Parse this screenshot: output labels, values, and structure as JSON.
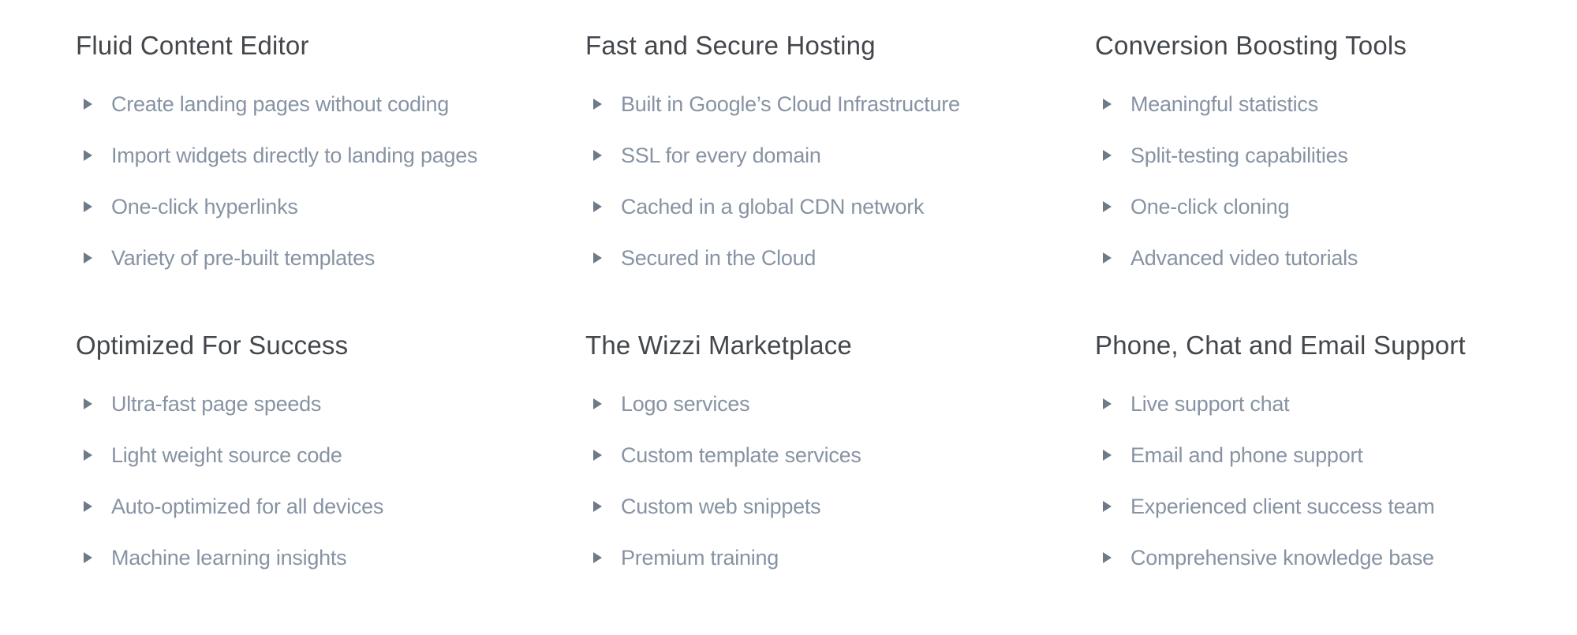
{
  "colors": {
    "background": "#ffffff",
    "heading_text": "#43474c",
    "item_text": "#8793a3",
    "bullet": "#6f7a88"
  },
  "sections": [
    {
      "title": "Fluid Content Editor",
      "items": [
        "Create landing pages without coding",
        "Import widgets directly to landing pages",
        "One-click hyperlinks",
        "Variety of pre-built templates"
      ]
    },
    {
      "title": "Fast and Secure Hosting",
      "items": [
        "Built in Google’s Cloud Infrastructure",
        "SSL for every domain",
        "Cached in a global CDN network",
        "Secured in the Cloud"
      ]
    },
    {
      "title": "Conversion Boosting Tools",
      "items": [
        "Meaningful statistics",
        "Split-testing capabilities",
        "One-click cloning",
        "Advanced video tutorials"
      ]
    },
    {
      "title": "Optimized For Success",
      "items": [
        "Ultra-fast page speeds",
        "Light weight source code",
        "Auto-optimized for all devices",
        "Machine learning insights"
      ]
    },
    {
      "title": "The Wizzi Marketplace",
      "items": [
        "Logo services",
        "Custom template services",
        "Custom web snippets",
        "Premium training"
      ]
    },
    {
      "title": "Phone, Chat and Email Support",
      "items": [
        "Live support chat",
        "Email and phone support",
        "Experienced client success team",
        "Comprehensive knowledge base"
      ]
    }
  ]
}
